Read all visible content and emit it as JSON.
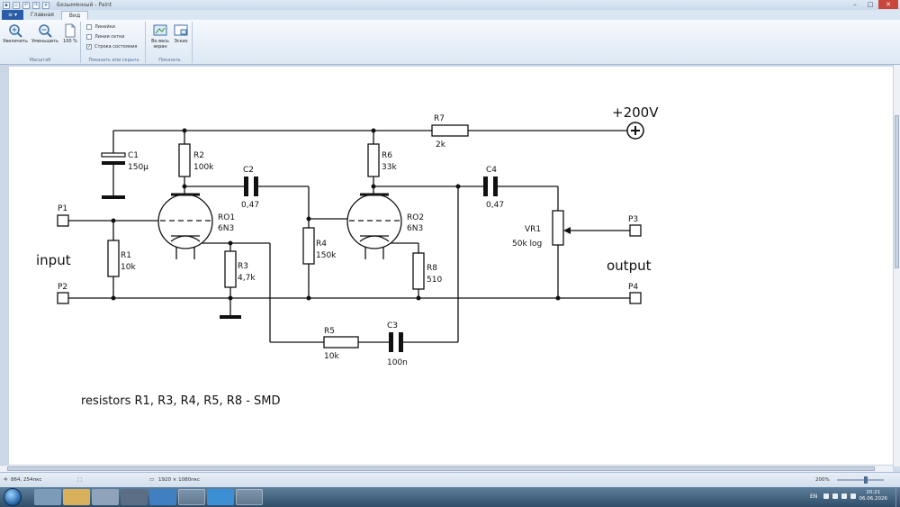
{
  "window": {
    "title": "Безымянный - Paint",
    "controls": {
      "minimize": "–",
      "maximize": "□",
      "close": "✕"
    }
  },
  "tabs": {
    "app_menu": "≡ ▾",
    "home": "Главная",
    "view": "Вид"
  },
  "ribbon": {
    "zoom_group": {
      "label": "Масштаб",
      "zoom_in": "Увеличить",
      "zoom_out": "Уменьшить",
      "zoom_100": "100 %"
    },
    "show_group": {
      "label": "Показать или скрыть",
      "rulers": "Линейки",
      "gridlines": "Линии сетки",
      "statusbar": "Строка состояния",
      "statusbar_checked": "✓"
    },
    "display_group": {
      "label": "Показать",
      "fullscreen": "Во весь экран",
      "thumbnail": "Эскиз"
    }
  },
  "schematic": {
    "supply": "+200V",
    "input_label": "input",
    "output_label": "output",
    "note": "resistors  R1, R3, R4, R5, R8 - SMD",
    "ports": {
      "p1": "P1",
      "p2": "P2",
      "p3": "P3",
      "p4": "P4"
    },
    "c1": {
      "name": "C1",
      "value": "150µ"
    },
    "r2": {
      "name": "R2",
      "value": "100k"
    },
    "c2": {
      "name": "C2",
      "value": "0,47"
    },
    "ro1": {
      "name": "RO1",
      "type": "6N3"
    },
    "r1": {
      "name": "R1",
      "value": "10k"
    },
    "r3": {
      "name": "R3",
      "value": "4,7k"
    },
    "r4": {
      "name": "R4",
      "value": "150k"
    },
    "r6": {
      "name": "R6",
      "value": "33k"
    },
    "ro2": {
      "name": "RO2",
      "type": "6N3"
    },
    "r7": {
      "name": "R7",
      "value": "2k"
    },
    "c4": {
      "name": "C4",
      "value": "0,47"
    },
    "vr1": {
      "name": "VR1",
      "value": "50k log"
    },
    "r8": {
      "name": "R8",
      "value": "510"
    },
    "r5": {
      "name": "R5",
      "value": "10k"
    },
    "c3": {
      "name": "C3",
      "value": "100n"
    }
  },
  "statusbar": {
    "cursor_pos": "864, 254пкс",
    "canvas_size": "1920 × 1080пкс",
    "zoom": "200%"
  },
  "taskbar": {
    "lang": "EN",
    "time": "20:21",
    "date": "06.06.2026"
  }
}
